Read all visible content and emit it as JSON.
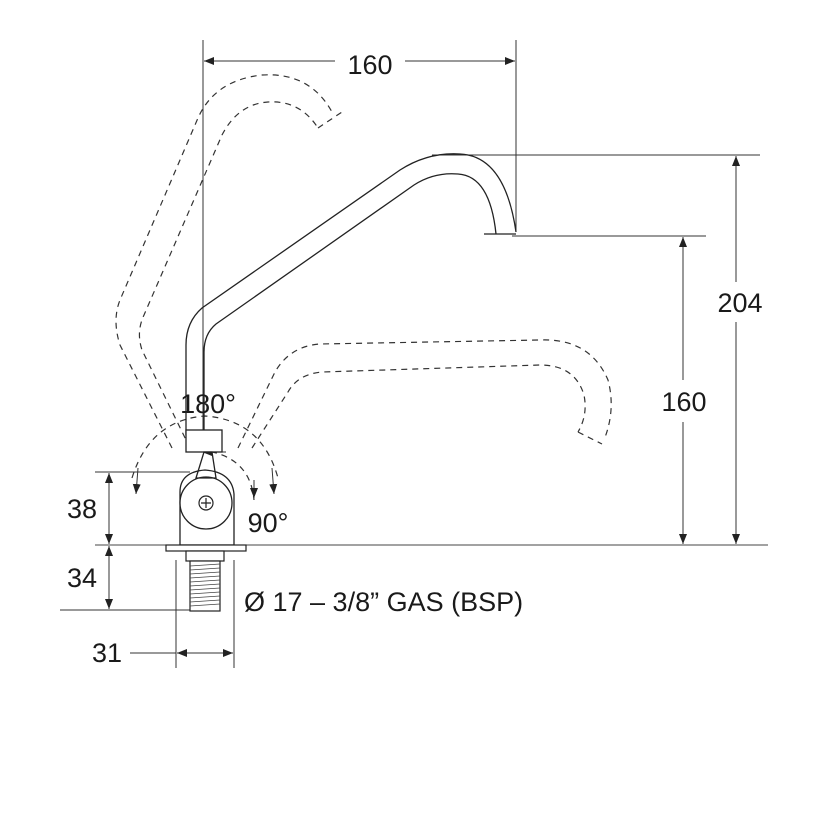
{
  "dimensions": {
    "top_width": "160",
    "total_height": "204",
    "spout_height": "160",
    "body_height": "38",
    "thread_length": "34",
    "thread_width": "31"
  },
  "angles": {
    "swivel": "180°",
    "lever": "90°"
  },
  "thread_spec": "Ø 17 – 3/8” GAS (BSP)"
}
